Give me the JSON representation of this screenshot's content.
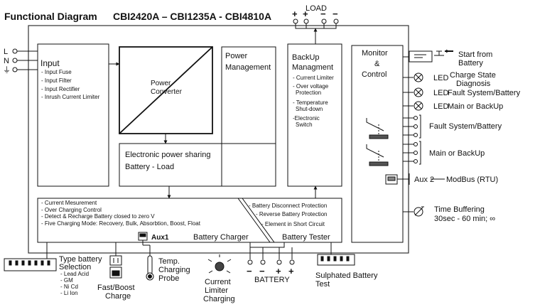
{
  "title": "Functional Diagram",
  "models": "CBI2420A  – CBI1235A - CBI4810A",
  "mains_terminals": [
    "L",
    "N",
    "⏚"
  ],
  "load_label": "LOAD",
  "load_terminals": [
    "+",
    "+",
    "−",
    "−"
  ],
  "blocks": {
    "input": {
      "title": "Input",
      "items": [
        "- Input Fuse",
        "- Input Filter",
        "- Input Rectifier",
        "- Inrush Current Limiter"
      ]
    },
    "power_converter": {
      "line1": "Power",
      "line2": "Converter"
    },
    "power_management": {
      "line1": "Power",
      "line2": "Management"
    },
    "backup": {
      "line1": "BackUp",
      "line2": "Managment",
      "items": [
        "- Current Limiter",
        "- Over  voltage",
        "Protection",
        "- Temperature",
        "Shut-down",
        "-Electronic",
        "Switch"
      ]
    },
    "power_sharing": {
      "line1": "Electronic power sharing",
      "line2": "Battery - Load"
    },
    "charger": {
      "items": [
        "- Current Mesurement",
        "- Over Charging Control",
        "- Detect & Recharge Battery closed to zero V",
        "- Five Charging Mode: Recovery, Bulk, Absorbtion, Boost, Float"
      ],
      "aux1": "Aux1",
      "label": "Battery Charger"
    },
    "tester": {
      "items": [
        "- Battery Disconnect Protection",
        "- Reverse Battery Protection",
        "- Element in Short Circuit"
      ],
      "label": "Battery Tester"
    },
    "monitor": {
      "line1": "Monitor",
      "line2": "&",
      "line3": "Control"
    }
  },
  "right_labels": {
    "start_from_battery": [
      "Start from",
      "Battery"
    ],
    "led_prefix": "LED",
    "led_charge_state": [
      "Charge State",
      "Diagnosis"
    ],
    "led_fault": "Fault System/Battery",
    "led_main": "Main or BackUp",
    "relay_fault": "Fault System/Battery",
    "relay_main": "Main or BackUp",
    "aux2": "Aux 2",
    "modbus": "ModBus (RTU)",
    "time_buffering": [
      "Time Buffering",
      "30sec - 60 min; ∞"
    ]
  },
  "bottom": {
    "type_battery": {
      "title": [
        "Type battery",
        "Selection"
      ],
      "options": [
        "- Lead Acid",
        "- GM",
        "- Ni Cd",
        "- Li Ion"
      ]
    },
    "fast_boost": [
      "Fast/Boost",
      "Charge"
    ],
    "temp_probe": [
      "Temp.",
      "Charging",
      "Probe"
    ],
    "current_limiter": [
      "Current",
      "Limiter",
      "Charging"
    ],
    "battery_label": "BATTERY",
    "battery_terminals": [
      "−",
      "−",
      "+",
      "+"
    ],
    "sulphated": [
      "Sulphated Battery",
      "Test"
    ]
  }
}
